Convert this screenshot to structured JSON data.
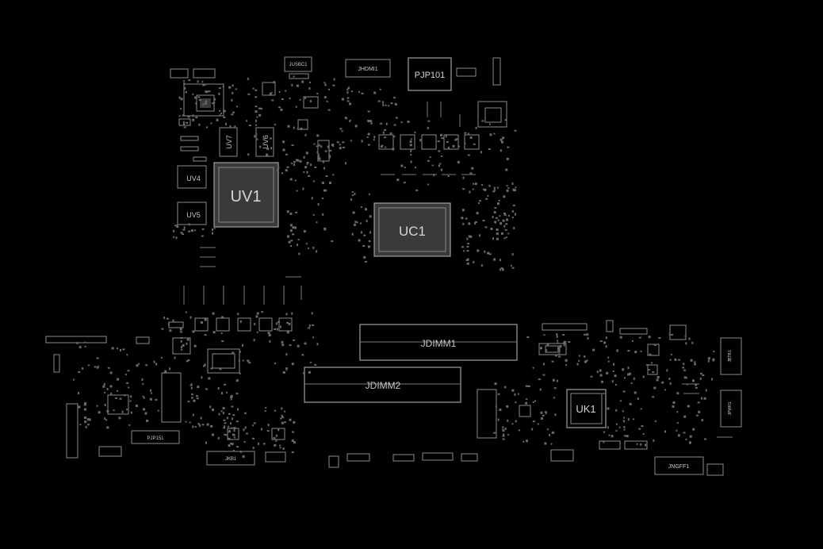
{
  "board": {
    "background": "#000000",
    "outline_color": "#8a8a8a",
    "label_color": "#c8c8c8"
  },
  "components": {
    "uv1": "UV1",
    "uc1": "UC1",
    "pjp101": "PJP101",
    "uv4": "UV4",
    "uv5": "UV5",
    "uv6": "UV6",
    "uv7": "UV7",
    "jdimm1": "JDIMM1",
    "jdimm2": "JDIMM2",
    "uk1": "UK1",
    "jhdmi1": "JHDMI1",
    "jusbc1": "JUSBC1",
    "pjp151": "PJP151",
    "jkb1": "JKB1",
    "jngff1": "JNGFF1",
    "jbtb1": "JBTB1",
    "jpwr1": "JPWR1"
  }
}
